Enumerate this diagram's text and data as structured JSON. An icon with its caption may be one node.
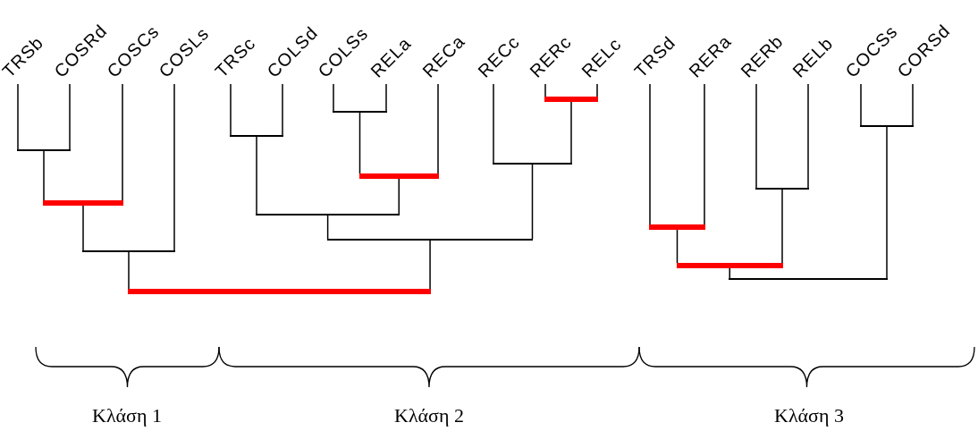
{
  "diagram": {
    "nodes": [
      {
        "text": [
          "TRSb"
        ]
      },
      {
        "text": [
          "COSRd"
        ]
      },
      {
        "text": [
          "COSCs"
        ]
      },
      {
        "text": [
          "COSLs"
        ]
      },
      {
        "text": [
          "TRSc"
        ]
      },
      {
        "text": [
          "COLSd"
        ]
      },
      {
        "text": [
          "COLSs"
        ]
      },
      {
        "text": [
          "RELa"
        ]
      },
      {
        "text": [
          "RECa"
        ]
      },
      {
        "text": [
          "RECc"
        ]
      },
      {
        "text": [
          "RERc"
        ]
      },
      {
        "text": [
          "RELc"
        ]
      },
      {
        "text": [
          "TRSd"
        ]
      },
      {
        "text": [
          "RERa"
        ]
      },
      {
        "text": [
          "RERb"
        ]
      },
      {
        "text": [
          "RELb"
        ]
      },
      {
        "text": [
          "COCSs"
        ]
      },
      {
        "text": [
          "CORSd"
        ]
      },
      {
        "text": [],
        "shape": "bar"
      },
      {
        "text": [],
        "shape": "bar"
      },
      {
        "text": [],
        "shape": "bar"
      },
      {
        "text": [],
        "shape": "bar"
      },
      {
        "text": [],
        "shape": "bar"
      },
      {
        "text": [],
        "shape": "bar"
      },
      {
        "text": [],
        "shape": "bar"
      },
      {
        "text": [],
        "shape": "bar"
      },
      {
        "text": [],
        "shape": "bar"
      },
      {
        "text": [],
        "shape": "bar"
      },
      {
        "text": [],
        "shape": "bar"
      },
      {
        "text": [],
        "shape": "bar"
      },
      {
        "text": [],
        "shape": "bar"
      },
      {
        "text": [],
        "shape": "bar"
      },
      {
        "text": [],
        "shape": "bar"
      },
      {
        "text": [],
        "shape": "bar"
      }
    ],
    "edges": [
      {
        "from": 0,
        "to": 18,
        "arrow": "none"
      },
      {
        "from": 1,
        "to": 18,
        "arrow": "none"
      },
      {
        "from": 18,
        "to": 19,
        "arrow": "none"
      },
      {
        "from": 2,
        "to": 19,
        "arrow": "none"
      },
      {
        "from": 19,
        "to": 20,
        "arrow": "none"
      },
      {
        "from": 3,
        "to": 20,
        "arrow": "none"
      },
      {
        "from": 4,
        "to": 21,
        "arrow": "none"
      },
      {
        "from": 5,
        "to": 21,
        "arrow": "none"
      },
      {
        "from": 6,
        "to": 22,
        "arrow": "none"
      },
      {
        "from": 7,
        "to": 22,
        "arrow": "none"
      },
      {
        "from": 22,
        "to": 23,
        "arrow": "none"
      },
      {
        "from": 8,
        "to": 23,
        "arrow": "none"
      },
      {
        "from": 21,
        "to": 24,
        "arrow": "none"
      },
      {
        "from": 23,
        "to": 24,
        "arrow": "none"
      },
      {
        "from": 10,
        "to": 25,
        "arrow": "none"
      },
      {
        "from": 11,
        "to": 25,
        "arrow": "none"
      },
      {
        "from": 9,
        "to": 26,
        "arrow": "none"
      },
      {
        "from": 25,
        "to": 26,
        "arrow": "none"
      },
      {
        "from": 24,
        "to": 27,
        "arrow": "none"
      },
      {
        "from": 26,
        "to": 27,
        "arrow": "none"
      },
      {
        "from": 20,
        "to": 28,
        "arrow": "none"
      },
      {
        "from": 27,
        "to": 28,
        "arrow": "none"
      },
      {
        "from": 12,
        "to": 29,
        "arrow": "none"
      },
      {
        "from": 13,
        "to": 29,
        "arrow": "none"
      },
      {
        "from": 14,
        "to": 30,
        "arrow": "none"
      },
      {
        "from": 15,
        "to": 30,
        "arrow": "none"
      },
      {
        "from": 29,
        "to": 31,
        "arrow": "none"
      },
      {
        "from": 30,
        "to": 31,
        "arrow": "none"
      },
      {
        "from": 16,
        "to": 32,
        "arrow": "none"
      },
      {
        "from": 17,
        "to": 32,
        "arrow": "none"
      },
      {
        "from": 31,
        "to": 33,
        "arrow": "none"
      },
      {
        "from": 32,
        "to": 33,
        "arrow": "none"
      }
    ],
    "labels": [
      "Κλάση 1",
      "Κλάση 2",
      "Κλάση 3"
    ]
  }
}
